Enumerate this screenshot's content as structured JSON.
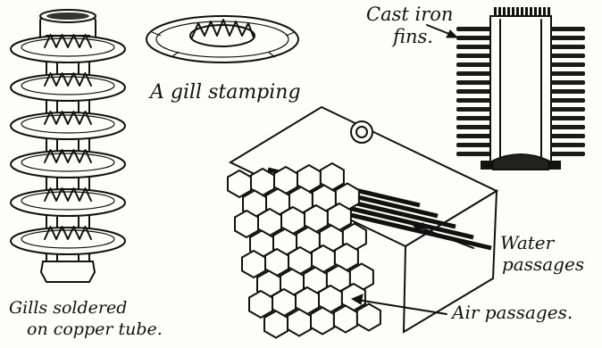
{
  "labels": {
    "gill_stamping": "A gill stamping",
    "cast_iron_line1": "Cast iron",
    "cast_iron_line2": "fins.",
    "water_line1": "Water",
    "water_line2": "passages",
    "air": "Air passages.",
    "gills_line1": "Gills soldered",
    "gills_line2": "on copper tube."
  }
}
